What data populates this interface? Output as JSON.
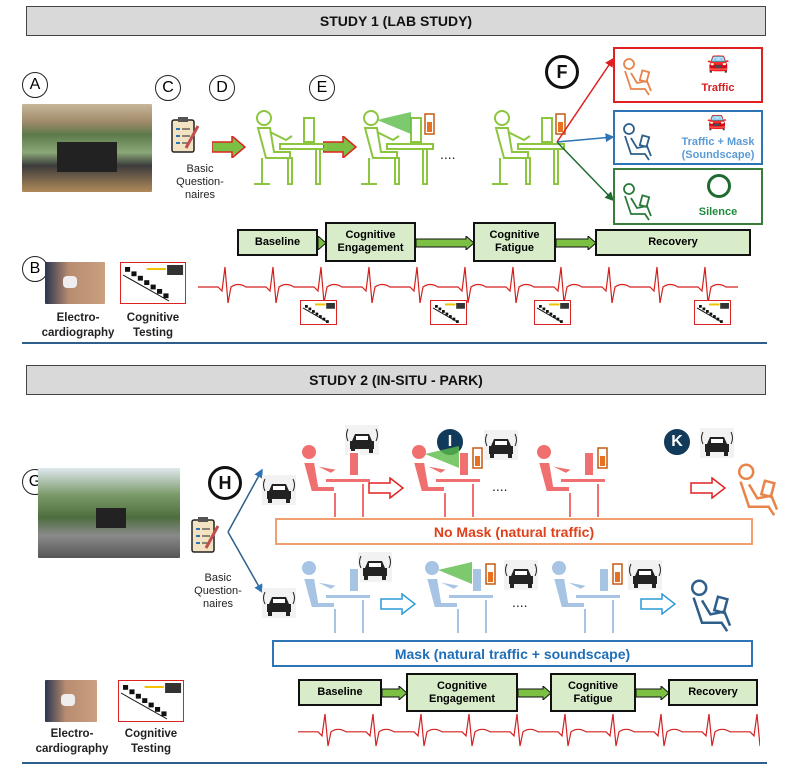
{
  "study1": {
    "title": "STUDY 1 (LAB STUDY)",
    "markers": {
      "A": "A",
      "B": "B",
      "C": "C",
      "D": "D",
      "E": "E",
      "F": "F"
    },
    "questionnaire_label": "Basic Question-naires",
    "ellipsis": "....",
    "outcomes": [
      {
        "label": "Traffic",
        "color": "#e02020",
        "text_color": "#d42020",
        "icon": "traffic-noise-car-icon"
      },
      {
        "label": "Traffic + Mask (Soundscape)",
        "color": "#2e75b6",
        "text_color": "#5b9bd5",
        "icon": "car-bird-soundscape-icon"
      },
      {
        "label": "Silence",
        "color": "#3a7d3a",
        "text_color": "#1e8a3c",
        "icon": "silence-icon"
      }
    ],
    "phases": [
      "Baseline",
      "Cognitive Engagement",
      "Cognitive Fatigue",
      "Recovery"
    ],
    "ecg_label": "Electro-cardiography",
    "cog_label": "Cognitive Testing"
  },
  "study2": {
    "title": "STUDY 2 (IN-SITU - PARK)",
    "markers": {
      "G": "G",
      "H": "H",
      "I": "I",
      "K": "K"
    },
    "questionnaire_label": "Basic Question-naires",
    "ellipsis": "....",
    "no_mask_label": "No Mask (natural traffic)",
    "mask_label": "Mask (natural traffic + soundscape)",
    "phases": [
      "Baseline",
      "Cognitive Engagement",
      "Cognitive Fatigue",
      "Recovery"
    ],
    "ecg_label": "Electro-cardiography",
    "cog_label": "Cognitive Testing"
  },
  "colors": {
    "green_figure": "#8cc63f",
    "red_figure": "#f07070",
    "blue_figure": "#a8c4e4",
    "orange": "#e8844a",
    "no_mask_border": "#f0a070",
    "no_mask_text": "#e0401a",
    "mask_border": "#2e75b6",
    "mask_text": "#1f6fb8",
    "ecg": "#d42020",
    "phase_fill": "#d8ecc9"
  }
}
